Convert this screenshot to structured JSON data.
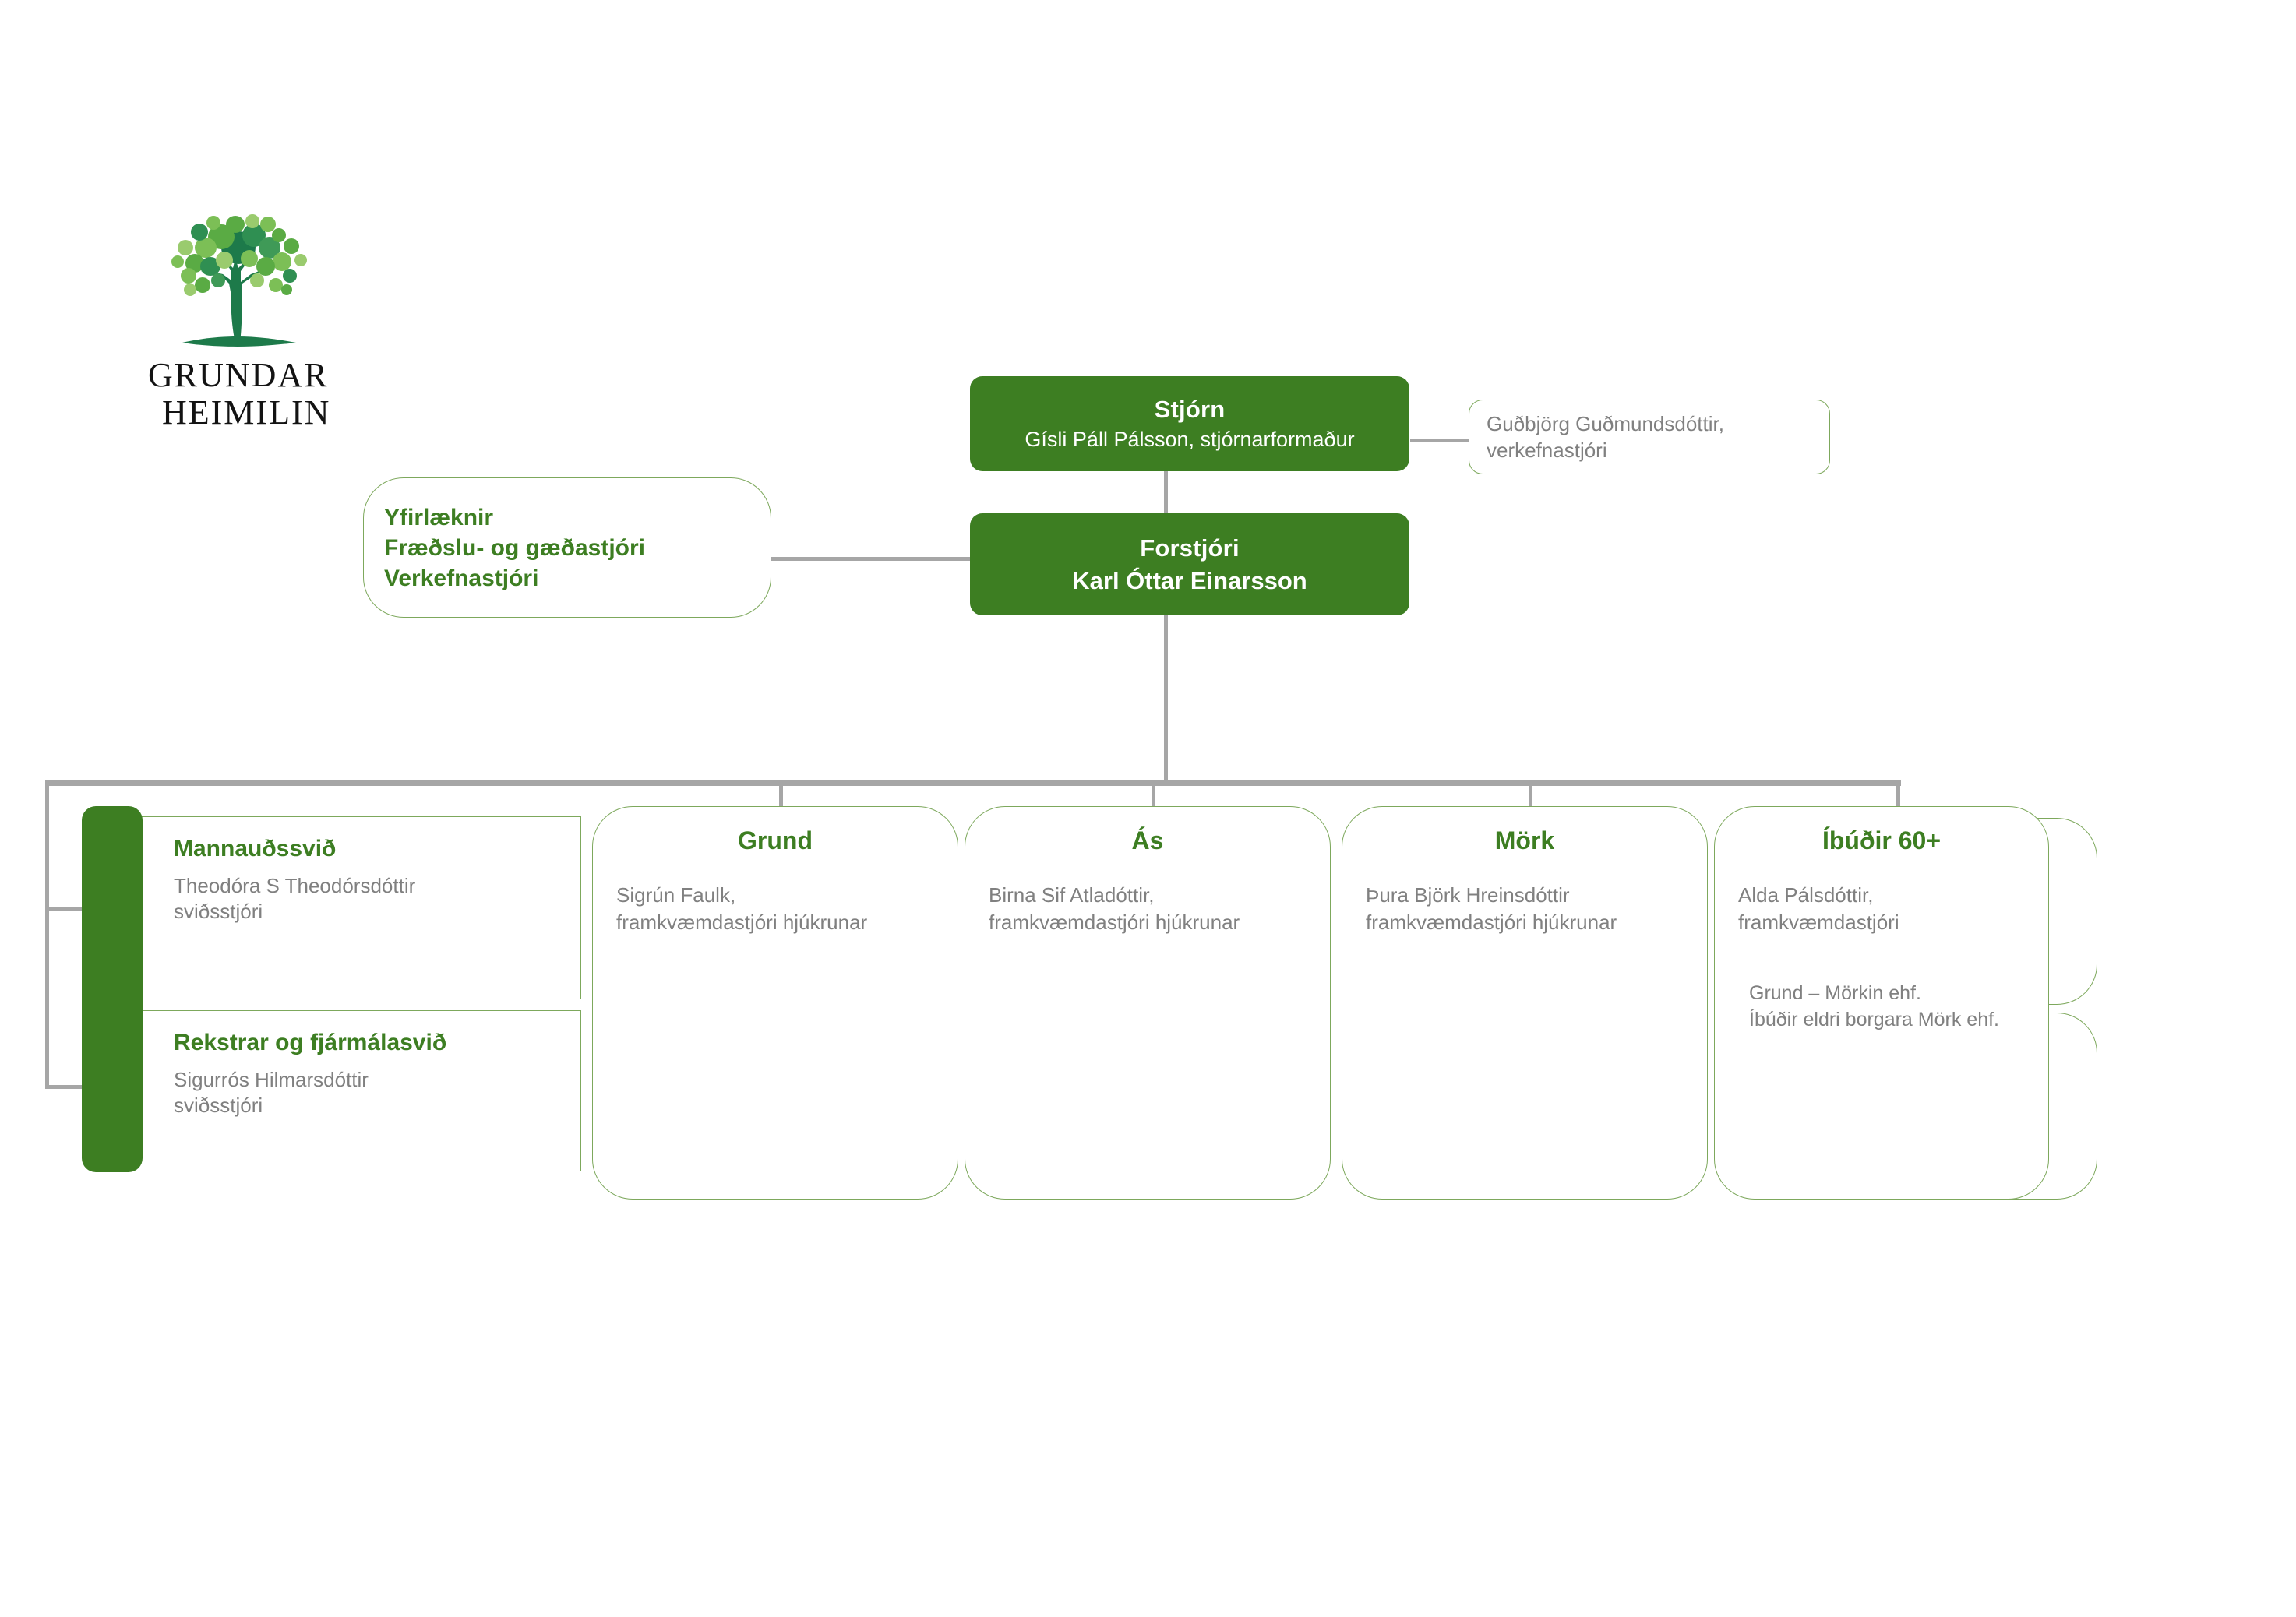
{
  "logo": {
    "name": "grundarheimilin-logo",
    "wordmark_line1": "GRUNDAR",
    "wordmark_line2": "HEIMILIN",
    "icon": "tree-icon"
  },
  "colors": {
    "brand_green": "#3d7e22",
    "border_green": "#7da85c",
    "connector_gray": "#a6a6a6",
    "body_gray": "#808080",
    "white": "#ffffff"
  },
  "board": {
    "title": "Stjórn",
    "subtitle": "Gísli Páll Pálsson, stjórnarformaður"
  },
  "board_note": {
    "line1": "Guðbjörg Guðmundsdóttir,",
    "line2": "verkefnastjóri"
  },
  "ceo": {
    "title": "Forstjóri",
    "name": "Karl Óttar Einarsson"
  },
  "staff_box": {
    "line1": "Yfirlæknir",
    "line2": "Fræðslu- og gæðastjóri",
    "line3": "Verkefnastjóri"
  },
  "departments": [
    {
      "title": "Mannauðssvið",
      "person": "Theodóra S Theodórsdóttir",
      "role": "sviðsstjóri"
    },
    {
      "title": "Rekstrar og fjármálasvið",
      "person": "Sigurrós Hilmarsdóttir",
      "role": "sviðsstjóri"
    }
  ],
  "units": [
    {
      "title": "Grund",
      "person": "Sigrún Faulk,",
      "role": "framkvæmdastjóri hjúkrunar",
      "extra1": "",
      "extra2": ""
    },
    {
      "title": "Ás",
      "person": "Birna Sif Atladóttir,",
      "role": "framkvæmdastjóri hjúkrunar",
      "extra1": "",
      "extra2": ""
    },
    {
      "title": "Mörk",
      "person": "Þura Björk Hreinsdóttir",
      "role": "framkvæmdastjóri hjúkrunar",
      "extra1": "",
      "extra2": ""
    },
    {
      "title": "Íbúðir 60+",
      "person": "Alda Pálsdóttir,",
      "role": "framkvæmdastjóri",
      "extra1": "Grund – Mörkin ehf.",
      "extra2": "Íbúðir eldri  borgara Mörk ehf."
    }
  ]
}
